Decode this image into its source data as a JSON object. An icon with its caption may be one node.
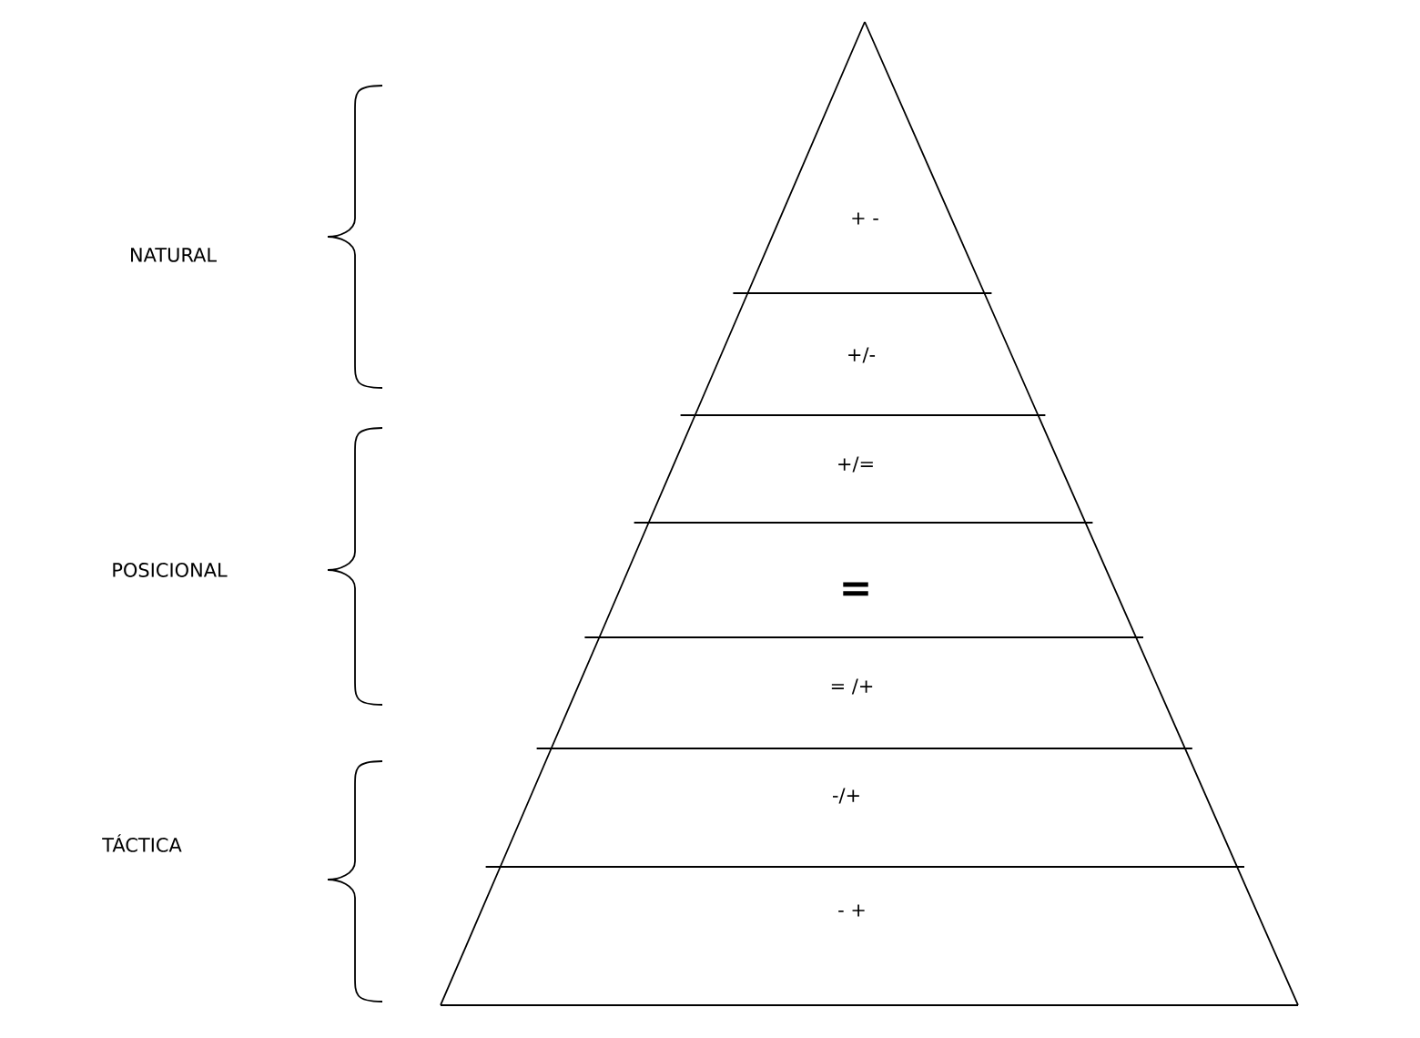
{
  "diagram": {
    "nodes": [
      {
        "text": [
          "+ -"
        ]
      },
      {
        "text": [
          "+/-"
        ]
      },
      {
        "text": [
          "+/="
        ]
      },
      {
        "text": [
          "="
        ]
      },
      {
        "text": [
          "= /+"
        ]
      },
      {
        "text": [
          "-/+"
        ]
      },
      {
        "text": [
          "- +"
        ]
      }
    ],
    "labels": [
      "NATURAL",
      "POSICIONAL",
      "TÁCTICA"
    ]
  }
}
